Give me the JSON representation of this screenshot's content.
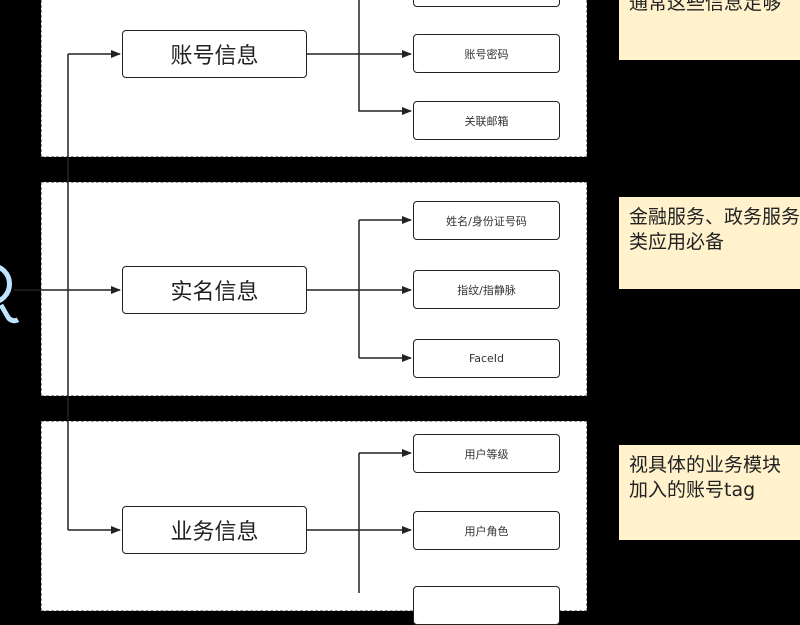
{
  "groups": [
    {
      "main_label": "账号信息",
      "leaves": [
        "",
        "账号密码",
        "关联邮箱"
      ],
      "note_lines": [
        "",
        "通常这些信息足够"
      ]
    },
    {
      "main_label": "实名信息",
      "leaves": [
        "姓名/身份证号码",
        "指纹/指静脉",
        "FaceId"
      ],
      "note_lines": [
        "金融服务、政务服务",
        "类应用必备"
      ]
    },
    {
      "main_label": "业务信息",
      "leaves": [
        "用户等级",
        "用户角色",
        ""
      ],
      "note_lines": [
        "视具体的业务模块",
        "加入的账号tag"
      ]
    }
  ],
  "colors": {
    "background": "#000000",
    "group_fill": "#ffffff",
    "note_fill": "#fff2cc",
    "stroke": "#222222",
    "root_icon": "#bfe4ff"
  },
  "icons": {
    "root": "person-outline-icon"
  }
}
